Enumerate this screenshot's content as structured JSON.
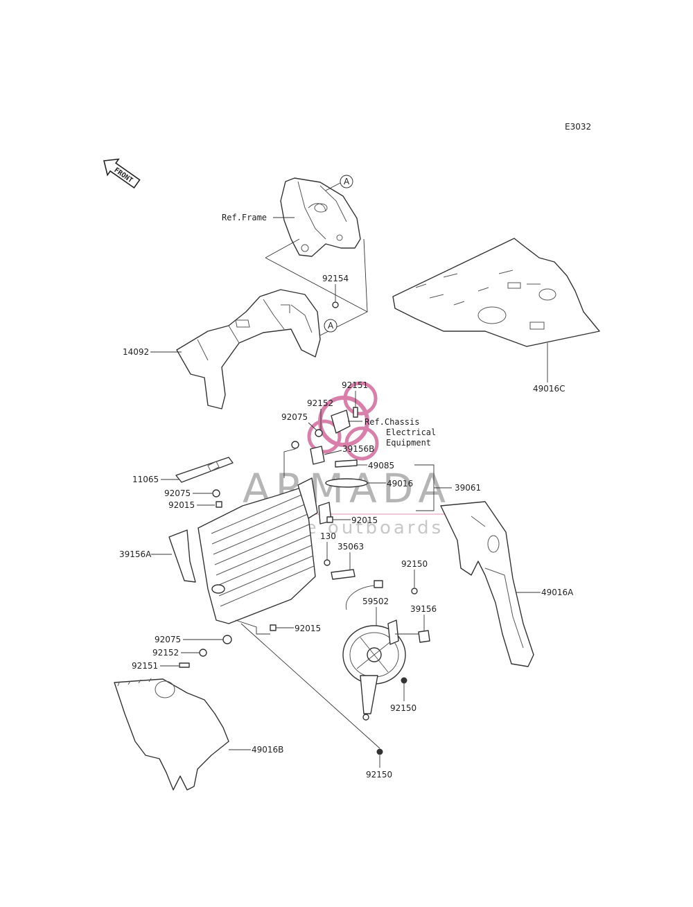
{
  "diagram_code": "E3032",
  "front_label": "FRONT",
  "refs": {
    "frame": "Ref.Frame",
    "chassis_line1": "Ref.Chassis",
    "chassis_line2": "Electrical",
    "chassis_line3": "Equipment"
  },
  "circle_marker": "A",
  "watermark": {
    "brand": "ARMADA",
    "tagline": "marine outboards",
    "color": "#d36b9c"
  },
  "callouts": {
    "c92154": "92154",
    "c14092": "14092",
    "c49016C": "49016C",
    "c92151_top": "92151",
    "c92152_top": "92152",
    "c92075_top": "92075",
    "c39156B": "39156B",
    "c49085": "49085",
    "c49016": "49016",
    "c39061": "39061",
    "c11065": "11065",
    "c92075_mid": "92075",
    "c92015_left": "92015",
    "c92015_mid": "92015",
    "c130": "130",
    "c35063": "35063",
    "c39156A": "39156A",
    "c92150_a": "92150",
    "c59502": "59502",
    "c39156": "39156",
    "c49016A": "49016A",
    "c92015_low": "92015",
    "c92075_low": "92075",
    "c92152_low": "92152",
    "c92151_low": "92151",
    "c92150_b": "92150",
    "c49016B": "49016B",
    "c92150_c": "92150"
  }
}
